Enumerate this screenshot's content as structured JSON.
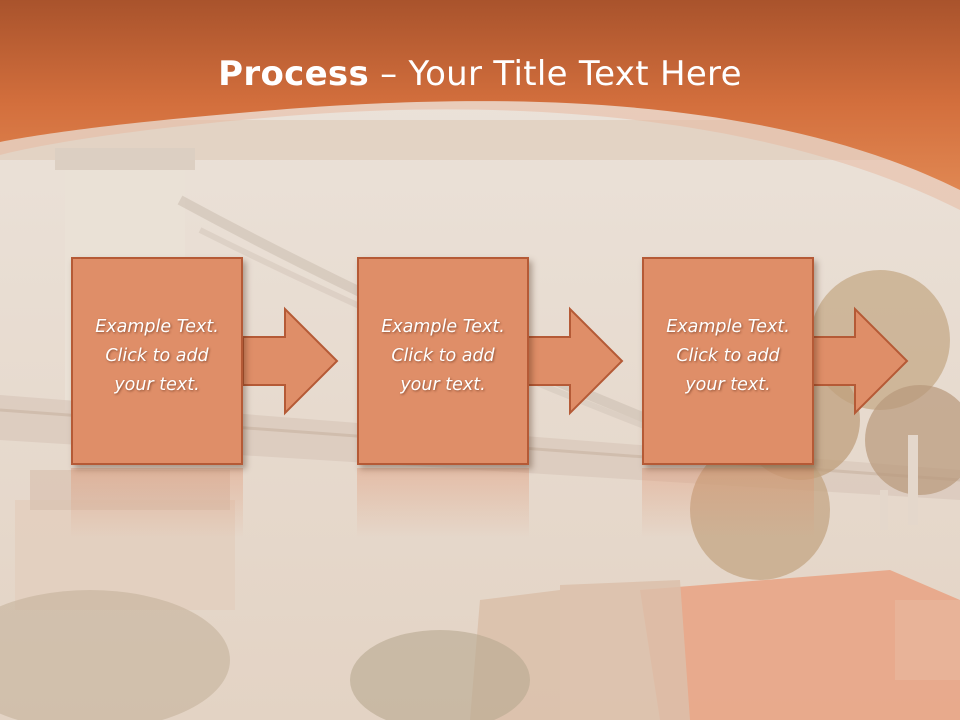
{
  "slide": {
    "title_bold": "Process",
    "title_rest": " – Your Title Text Here",
    "steps": [
      {
        "text": "Example Text.\nClick  to add\nyour text."
      },
      {
        "text": "Example Text.\nClick  to add\nyour text."
      },
      {
        "text": "Example Text.\nClick  to add\nyour text."
      }
    ]
  },
  "colors": {
    "header": "#d9733f",
    "box_fill": "#df8e68",
    "box_border": "#b55a36",
    "text": "#ffffff"
  }
}
